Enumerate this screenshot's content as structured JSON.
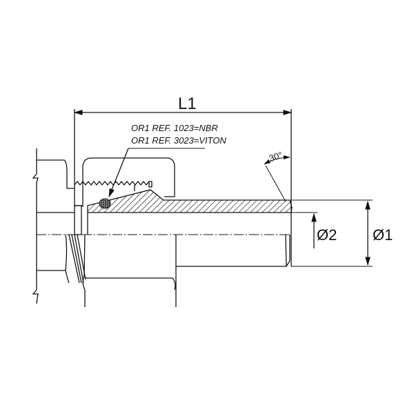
{
  "dimensions": {
    "length": "L1",
    "outer_diameter": "Ø1",
    "inner_diameter": "Ø2",
    "angle": "30°"
  },
  "annotations": {
    "oring_line1": "OR1 REF. 1023=NBR",
    "oring_line2": "OR1 REF. 3023=VITON"
  },
  "colors": {
    "line": "#111111",
    "background": "#ffffff"
  }
}
